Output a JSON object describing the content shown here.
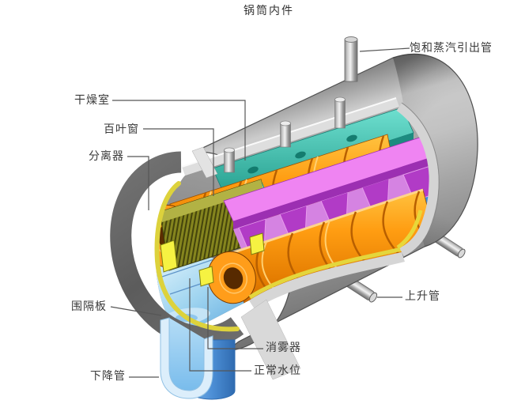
{
  "title": "锅筒内件",
  "labels": {
    "saturated_steam_outlet": "饱和蒸汽引出管",
    "drying_chamber": "干燥室",
    "louver": "百叶窗",
    "separator": "分离器",
    "enclosure_plate": "围隔板",
    "downcomer": "下降管",
    "demister": "消雾器",
    "normal_water_level": "正常水位",
    "riser": "上升管"
  },
  "colors": {
    "shell_gray": "#9a9a9a",
    "cut_face_gray": "#d8d8d8",
    "dryer_teal": "#35b8a8",
    "louver_purple": "#c94fd9",
    "separator_orange": "#ff9d12",
    "comb_olive": "#77771a",
    "water_blue": "#7fc2ec",
    "plate_blue": "#3a8fe0",
    "lining_yellow": "#e8d83a",
    "leader_line": "#565656"
  }
}
